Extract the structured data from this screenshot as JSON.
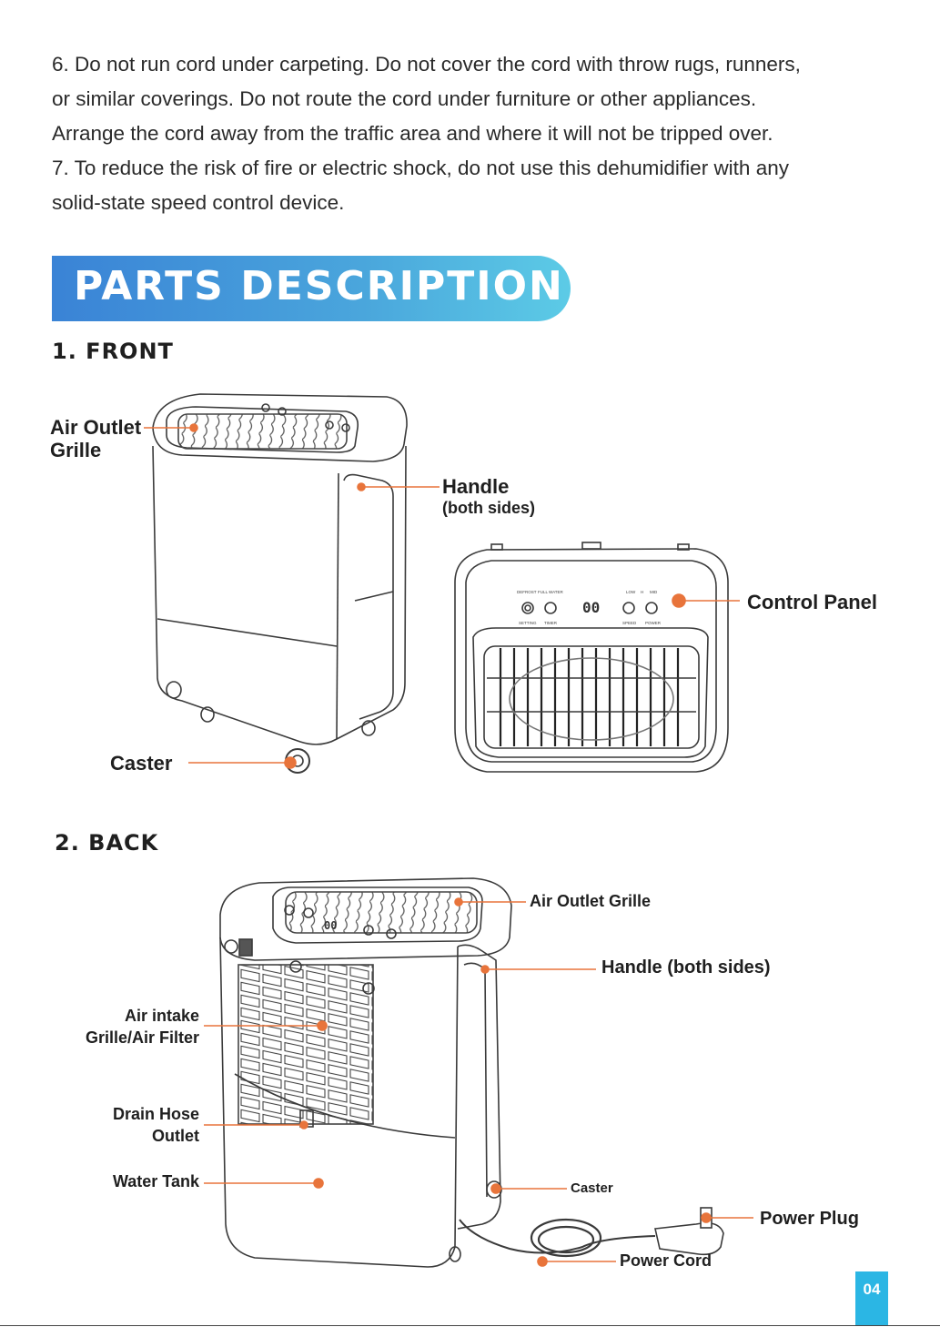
{
  "intro": {
    "lines": [
      "6. Do not run cord under carpeting. Do not cover the cord with throw rugs, runners,",
      "or similar coverings. Do not route the cord under furniture or other appliances.",
      "Arrange the cord away from the traffic area and where it will not be tripped over.",
      "7. To reduce the risk of fire or electric shock, do not use this dehumidifier with any",
      "solid-state speed control device."
    ]
  },
  "banner": {
    "title": "PARTS DESCRIPTION",
    "colors": [
      "#3a83d6",
      "#5ccbe6"
    ]
  },
  "front": {
    "title": "1. FRONT",
    "labels": {
      "air_outlet_1": "Air Outlet",
      "air_outlet_2": "Grille",
      "handle": "Handle",
      "handle_note": "(both sides)",
      "control_panel": "Control Panel",
      "caster": "Caster"
    },
    "panel": {
      "display": "00",
      "left_buttons": [
        "SETTING",
        "TIMER"
      ],
      "left_indicators": [
        "DEFROST",
        "FULL",
        "WATER"
      ],
      "right_buttons": [
        "SPEED",
        "POWER"
      ],
      "right_indicators": [
        "LOW",
        "H",
        "MID"
      ]
    }
  },
  "back": {
    "title": "2. BACK",
    "labels": {
      "air_outlet": "Air Outlet Grille",
      "handle": "Handle (both sides)",
      "intake_1": "Air intake",
      "intake_2": "Grille/Air Filter",
      "drain_1": "Drain Hose",
      "drain_2": "Outlet",
      "water_tank": "Water Tank",
      "caster": "Caster",
      "power_plug": "Power Plug",
      "power_cord": "Power Cord"
    },
    "display": "00"
  },
  "page_number": "04",
  "accent_color": "#e8743b"
}
